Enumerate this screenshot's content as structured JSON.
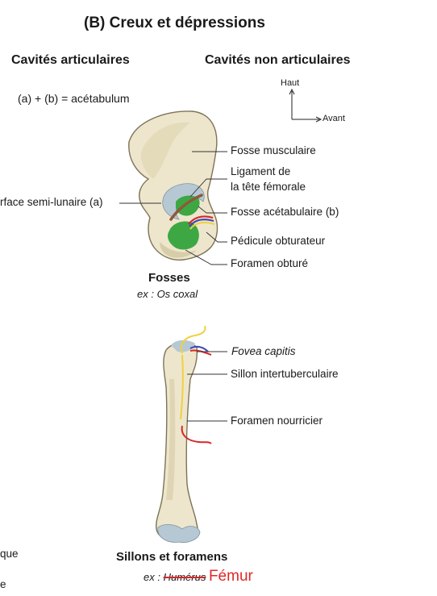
{
  "title": "(B) Creux et dépressions",
  "columns": {
    "left": "Cavités articulaires",
    "right": "Cavités non articulaires"
  },
  "formula": "(a) + (b) = acétabulum",
  "orientation": {
    "up": "Haut",
    "forward": "Avant"
  },
  "hip_labels": {
    "muscle_fossa": "Fosse musculaire",
    "ligament_line1": "Ligament de",
    "ligament_line2": "la tête fémorale",
    "lunate_surface": "rface semi-lunaire (a)",
    "acetabular_fossa": "Fosse acétabulaire (b)",
    "obturator_pedicle": "Pédicule obturateur",
    "obturator_foramen": "Foramen obturé"
  },
  "hip_caption": {
    "title": "Fosses",
    "example": "ex : Os coxal"
  },
  "femur_labels": {
    "fovea": "Fovea capitis",
    "groove": "Sillon intertuberculaire",
    "nutrient_foramen": "Foramen nourricier"
  },
  "femur_caption": {
    "title": "Sillons et foramens",
    "example_prefix": "ex : ",
    "struck_word": "Humérus",
    "correction": "Fémur"
  },
  "cut_left_text": {
    "line1": "que",
    "line2": "e"
  },
  "colors": {
    "bone": "#eee6cc",
    "bone_outline": "#7d7357",
    "blue_surface": "#b6c8d3",
    "green_fossa": "#3da843",
    "correction_red": "#e02828"
  }
}
